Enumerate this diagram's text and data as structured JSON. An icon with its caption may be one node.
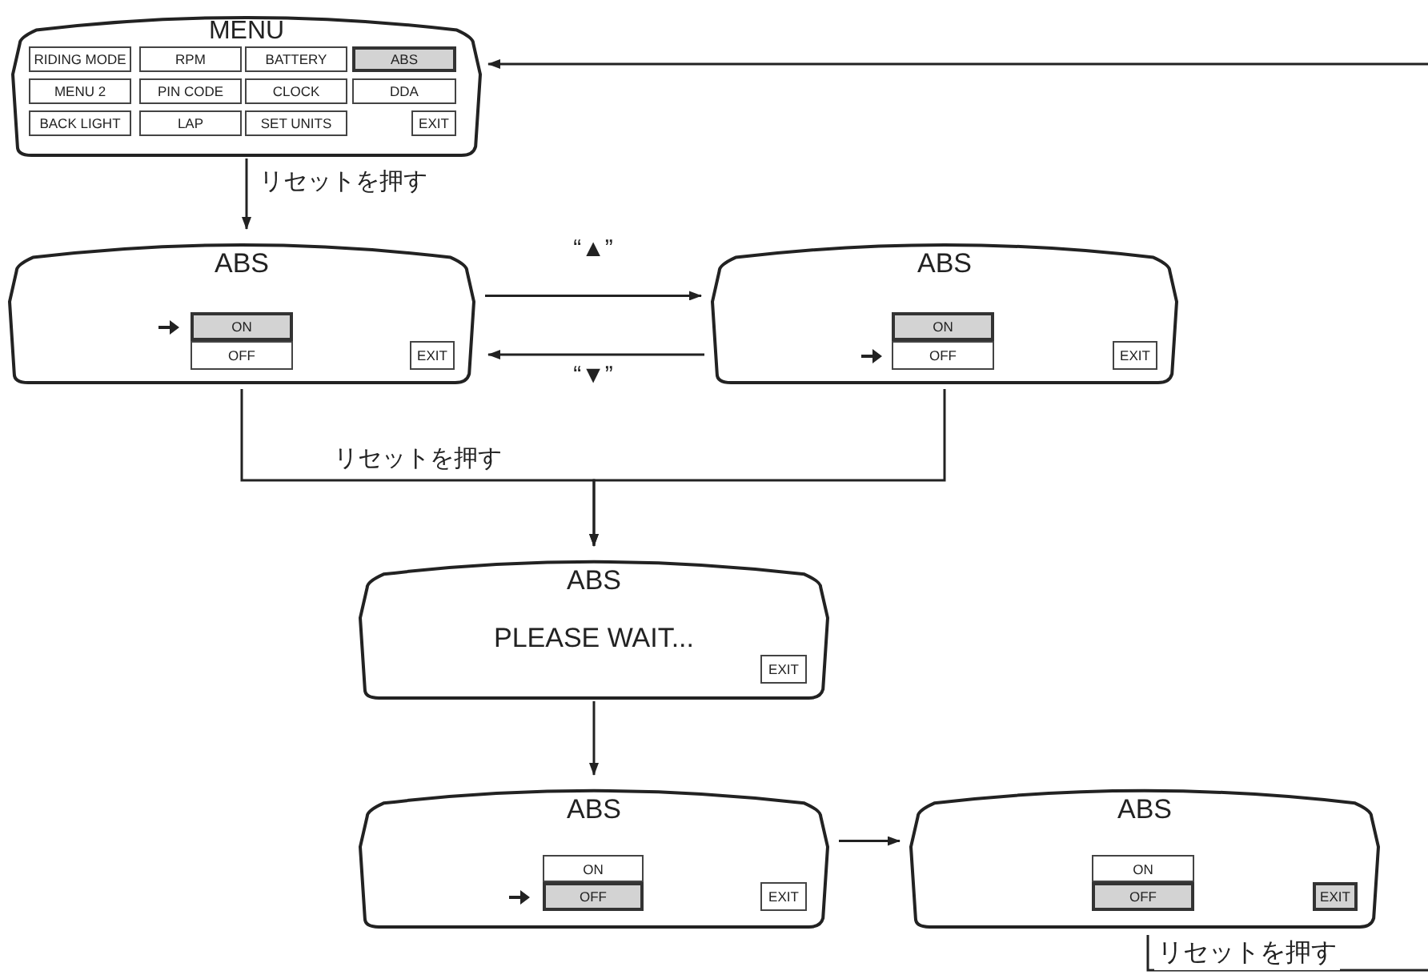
{
  "diagram": {
    "nodes": [
      {
        "text": [
          "MENU"
        ]
      },
      {
        "text": [
          "RIDING MODE"
        ],
        "in": 0
      },
      {
        "text": [
          "RPM"
        ],
        "in": 0
      },
      {
        "text": [
          "BATTERY"
        ],
        "in": 0
      },
      {
        "text": [
          "ABS"
        ],
        "in": 0
      },
      {
        "text": [
          "MENU 2"
        ],
        "in": 0
      },
      {
        "text": [
          "PIN CODE"
        ],
        "in": 0
      },
      {
        "text": [
          "CLOCK"
        ],
        "in": 0
      },
      {
        "text": [
          "DDA"
        ],
        "in": 0
      },
      {
        "text": [
          "BACK LIGHT"
        ],
        "in": 0
      },
      {
        "text": [
          "LAP"
        ],
        "in": 0
      },
      {
        "text": [
          "SET UNITS"
        ],
        "in": 0
      },
      {
        "text": [
          "EXIT"
        ],
        "in": 0
      },
      {
        "text": [
          "ABS"
        ]
      },
      {
        "text": [
          "ON"
        ],
        "in": 13
      },
      {
        "text": [
          "OFF"
        ],
        "in": 13
      },
      {
        "text": [
          "EXIT"
        ],
        "in": 13
      },
      {
        "text": [
          "ABS"
        ]
      },
      {
        "text": [
          "ON"
        ],
        "in": 17
      },
      {
        "text": [
          "OFF"
        ],
        "in": 17
      },
      {
        "text": [
          "EXIT"
        ],
        "in": 17
      },
      {
        "text": [
          "ABS",
          "PLEASE WAIT..."
        ]
      },
      {
        "text": [
          "EXIT"
        ],
        "in": 21
      },
      {
        "text": [
          "ABS"
        ]
      },
      {
        "text": [
          "ON"
        ],
        "in": 23
      },
      {
        "text": [
          "OFF"
        ],
        "in": 23
      },
      {
        "text": [
          "EXIT"
        ],
        "in": 23
      },
      {
        "text": [
          "ABS"
        ]
      },
      {
        "text": [
          "ON"
        ],
        "in": 27
      },
      {
        "text": [
          "OFF"
        ],
        "in": 27
      },
      {
        "text": [
          "EXIT"
        ],
        "in": 27
      }
    ],
    "edges": [
      {
        "from": null,
        "to": 0,
        "arrow": "to"
      },
      {
        "from": 0,
        "to": 13,
        "arrow": "to",
        "label": "リセットを押す"
      },
      {
        "from": 13,
        "to": 17,
        "arrow": "to",
        "label": "“▲”"
      },
      {
        "from": 17,
        "to": 13,
        "arrow": "to",
        "label": "“▼”"
      },
      {
        "from": 13,
        "to": 21,
        "arrow": "to",
        "label": "リセットを押す"
      },
      {
        "from": 17,
        "to": 21,
        "arrow": "to"
      },
      {
        "from": 21,
        "to": 23,
        "arrow": "to"
      },
      {
        "from": 23,
        "to": 27,
        "arrow": "to"
      }
    ],
    "labels": [
      "リセットを押す"
    ]
  }
}
